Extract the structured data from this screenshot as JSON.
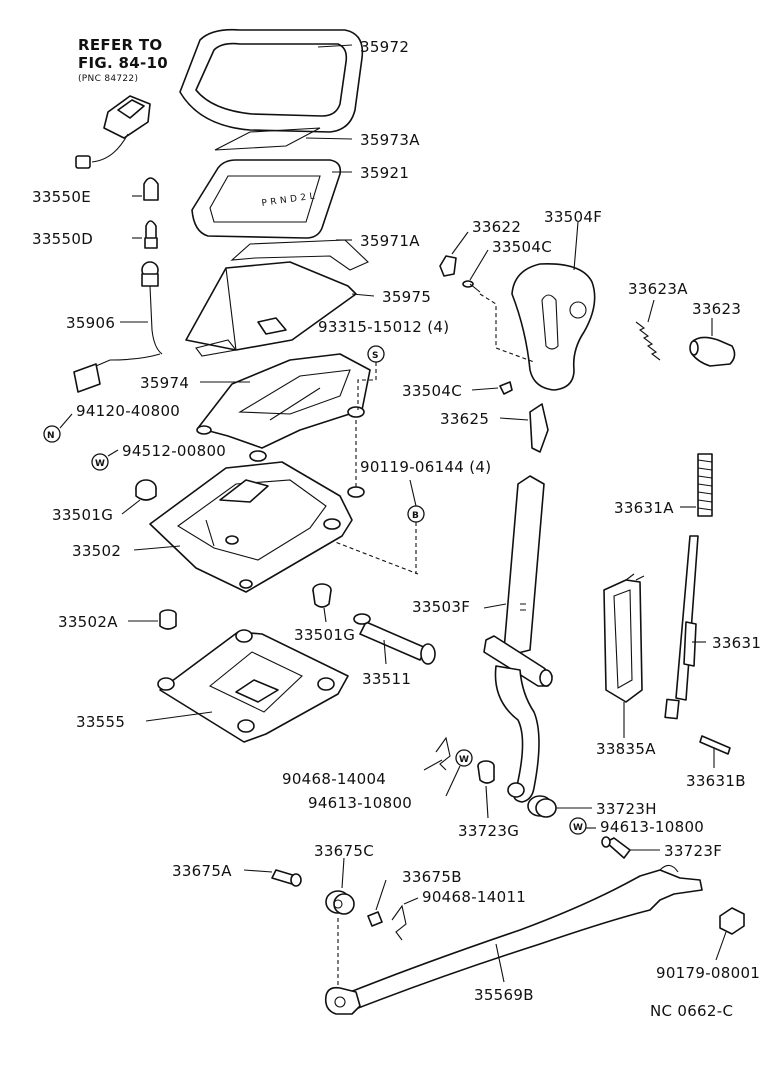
{
  "diagram": {
    "reference_note": {
      "line1": "REFER TO",
      "line2": "FIG. 84-10",
      "line3": "(PNC 84722)"
    },
    "footer_code": "NC  0662-C",
    "symbols": {
      "s": "S",
      "n": "N",
      "w": "W",
      "b": "B"
    },
    "labels": {
      "p35972": "35972",
      "p35973A": "35973A",
      "p35921": "35921",
      "p35971A": "35971A",
      "p35975": "35975",
      "p33550E": "33550E",
      "p33550D": "33550D",
      "p35906": "35906",
      "p35974": "35974",
      "p93315": "93315-15012 (4)",
      "p94120": "94120-40800",
      "p94512": "94512-00800",
      "p90119": "90119-06144 (4)",
      "p33501G_a": "33501G",
      "p33502": "33502",
      "p33502A": "33502A",
      "p33501G_b": "33501G",
      "p33511": "33511",
      "p33555": "33555",
      "p33622": "33622",
      "p33504F": "33504F",
      "p33504C_a": "33504C",
      "p33504C_b": "33504C",
      "p33625": "33625",
      "p33623A": "33623A",
      "p33623": "33623",
      "p33631A": "33631A",
      "p33631": "33631",
      "p33503F": "33503F",
      "p33835A": "33835A",
      "p33631B": "33631B",
      "p90468_14004": "90468-14004",
      "p94613_a": "94613-10800",
      "p33723G": "33723G",
      "p33723H": "33723H",
      "p94613_b": "94613-10800",
      "p33723F": "33723F",
      "p33675A": "33675A",
      "p33675C": "33675C",
      "p33675B": "33675B",
      "p90468_14011": "90468-14011",
      "p35569B": "35569B",
      "p90179": "90179-08001"
    }
  }
}
